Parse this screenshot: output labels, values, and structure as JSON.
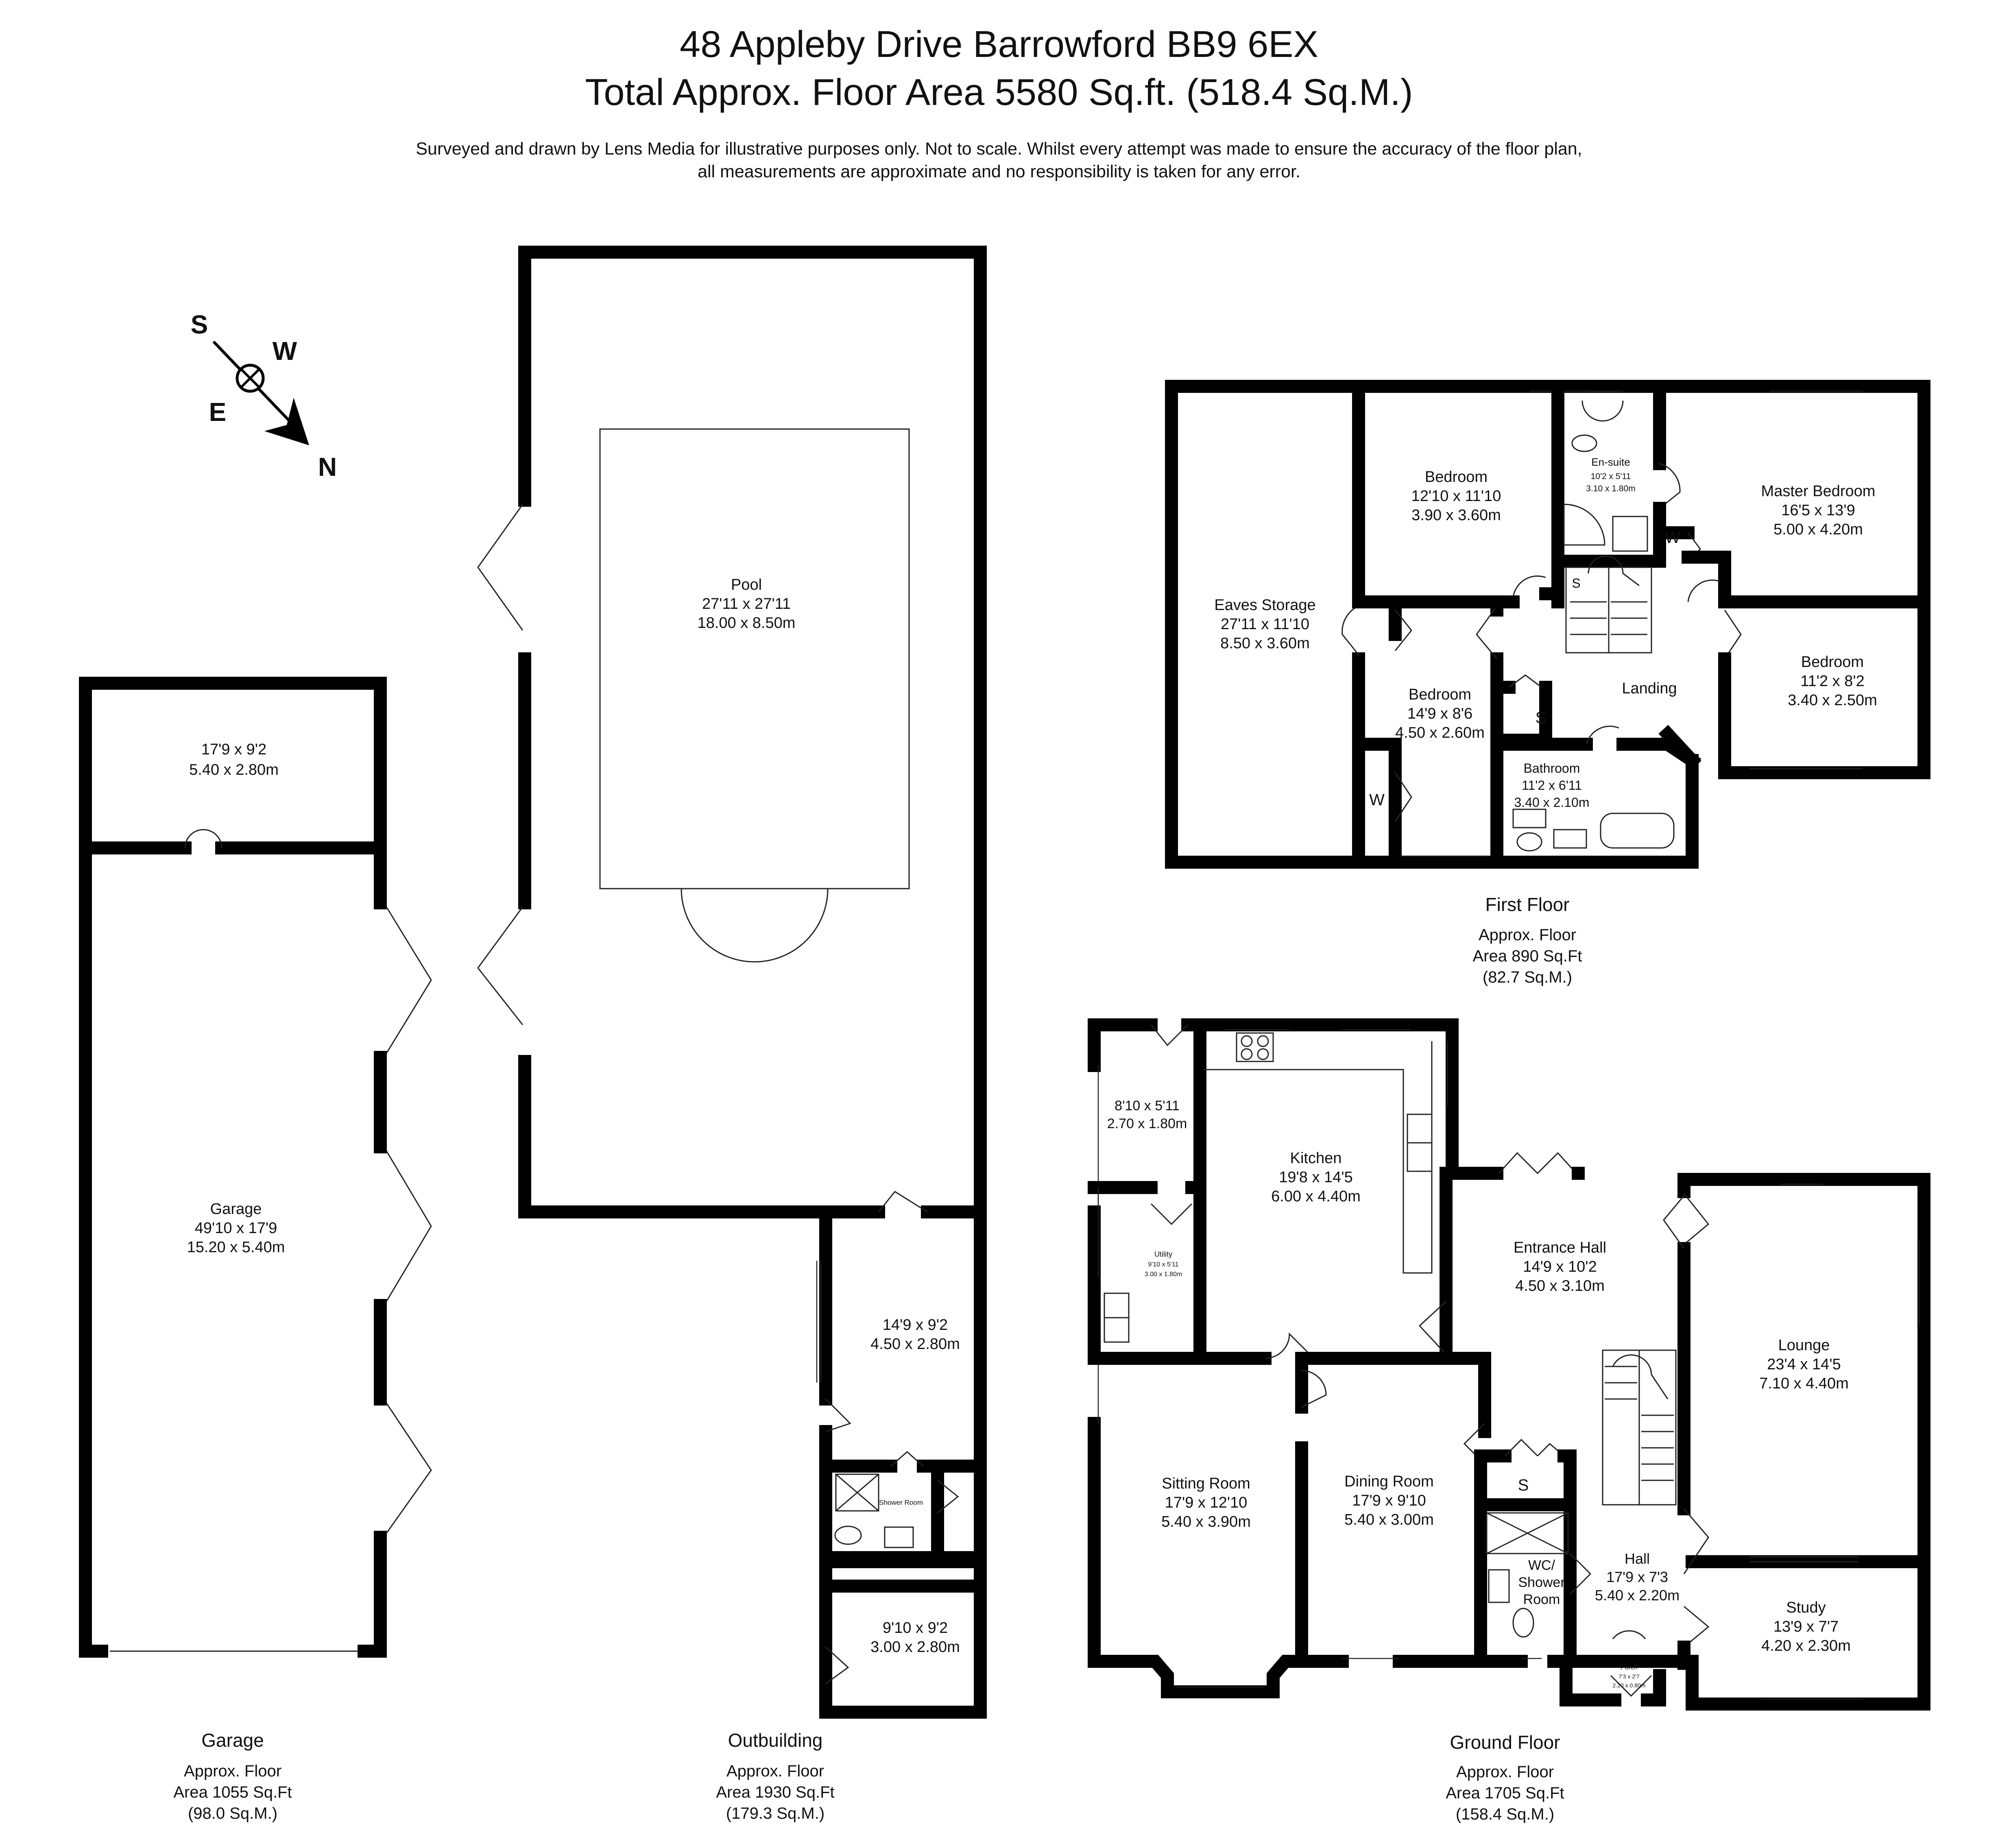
{
  "header": {
    "title": "48 Appleby Drive Barrowford BB9 6EX",
    "total_area": "Total Approx. Floor Area 5580 Sq.ft. (518.4 Sq.M.)",
    "disclaimer_1": "Surveyed and drawn by Lens Media for illustrative purposes only. Not to scale. Whilst every attempt was made to ensure the accuracy of the floor plan,",
    "disclaimer_2": "all measurements are approximate and no responsibility is taken for any error."
  },
  "compass": {
    "s": "S",
    "w": "W",
    "e": "E",
    "n": "N"
  },
  "garage": {
    "store": {
      "imp": "17'9 x 9'2",
      "met": "5.40 x 2.80m"
    },
    "main": {
      "name": "Garage",
      "imp": "49'10 x 17'9",
      "met": "15.20 x 5.40m"
    },
    "caption": {
      "name": "Garage",
      "l1": "Approx. Floor",
      "l2": "Area 1055 Sq.Ft",
      "l3": "(98.0 Sq.M.)"
    }
  },
  "outbuilding": {
    "pool": {
      "name": "Pool",
      "imp": "27'11 x 27'11",
      "met": "18.00 x 8.50m"
    },
    "room1": {
      "imp": "14'9 x 9'2",
      "met": "4.50 x 2.80m"
    },
    "shower": {
      "name": "Shower Room"
    },
    "room2": {
      "imp": "9'10 x 9'2",
      "met": "3.00 x 2.80m"
    },
    "caption": {
      "name": "Outbuilding",
      "l1": "Approx. Floor",
      "l2": "Area 1930 Sq.Ft",
      "l3": "(179.3 Sq.M.)"
    }
  },
  "first_floor": {
    "eaves": {
      "name": "Eaves Storage",
      "imp": "27'11 x 11'10",
      "met": "8.50 x 3.60m"
    },
    "bed1": {
      "name": "Bedroom",
      "imp": "12'10 x 11'10",
      "met": "3.90 x 3.60m"
    },
    "ensuite": {
      "name": "En-suite",
      "imp": "10'2 x 5'11",
      "met": "3.10 x 1.80m"
    },
    "master": {
      "name": "Master Bedroom",
      "imp": "16'5 x 13'9",
      "met": "5.00 x 4.20m"
    },
    "bed2": {
      "name": "Bedroom",
      "imp": "14'9 x 8'6",
      "met": "4.50 x 2.60m"
    },
    "bed3": {
      "name": "Bedroom",
      "imp": "11'2 x 8'2",
      "met": "3.40 x 2.50m"
    },
    "landing": {
      "name": "Landing"
    },
    "bathroom": {
      "name": "Bathroom",
      "imp": "11'2 x 6'11",
      "met": "3.40 x 2.10m"
    },
    "tags": {
      "w": "W",
      "s": "S"
    },
    "caption": {
      "name": "First Floor",
      "l1": "Approx. Floor",
      "l2": "Area 890 Sq.Ft",
      "l3": "(82.7 Sq.M.)"
    }
  },
  "ground_floor": {
    "store": {
      "imp": "8'10 x 5'11",
      "met": "2.70 x 1.80m"
    },
    "utility": {
      "name": "Utility",
      "imp": "9'10 x 5'11",
      "met": "3.00 x 1.80m"
    },
    "kitchen": {
      "name": "Kitchen",
      "imp": "19'8 x 14'5",
      "met": "6.00 x 4.40m"
    },
    "entrance": {
      "name": "Entrance Hall",
      "imp": "14'9 x 10'2",
      "met": "4.50 x 3.10m"
    },
    "lounge": {
      "name": "Lounge",
      "imp": "23'4 x 14'5",
      "met": "7.10 x 4.40m"
    },
    "sitting": {
      "name": "Sitting Room",
      "imp": "17'9 x 12'10",
      "met": "5.40 x 3.90m"
    },
    "dining": {
      "name": "Dining Room",
      "imp": "17'9 x 9'10",
      "met": "5.40 x 3.00m"
    },
    "wc1": "WC/",
    "wc2": "Shower",
    "wc3": "Room",
    "hall": {
      "name": "Hall",
      "imp": "17'9 x 7'3",
      "met": "5.40 x 2.20m"
    },
    "study": {
      "name": "Study",
      "imp": "13'9 x 7'7",
      "met": "4.20 x 2.30m"
    },
    "porch": {
      "name": "Porch",
      "imp": "7'3 x 2'7",
      "met": "2.20 x 0.80m"
    },
    "tags": {
      "s": "S"
    },
    "caption": {
      "name": "Ground Floor",
      "l1": "Approx. Floor",
      "l2": "Area 1705 Sq.Ft",
      "l3": "(158.4 Sq.M.)"
    }
  }
}
